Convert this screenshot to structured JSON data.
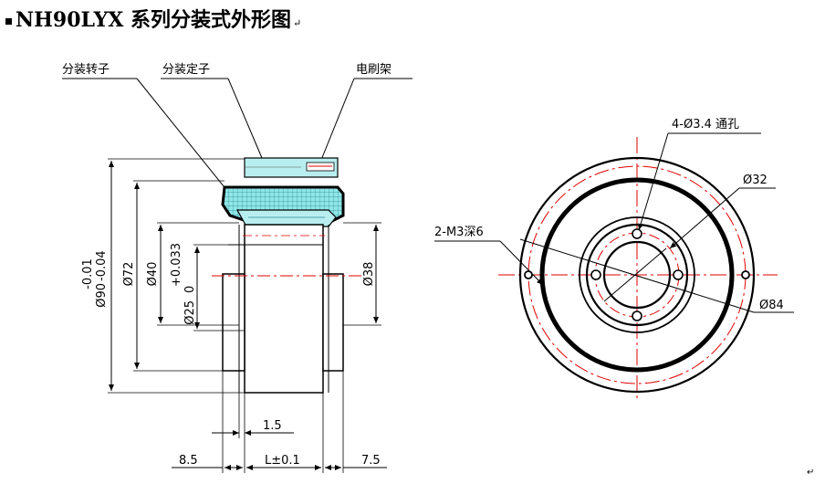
{
  "title": "NH90LYX 系列分装式外形图",
  "paragraph_mark": "↵",
  "side_view": {
    "labels": {
      "rotor": "分装转子",
      "stator": "分装定子",
      "brush_holder": "电刷架"
    },
    "dims": {
      "outer_dia": "Ø90",
      "outer_tol_upper": "-0.01",
      "outer_tol_lower": "-0.04",
      "dia_72": "Ø72",
      "dia_40": "Ø40",
      "bore_dia": "Ø25",
      "bore_tol_upper": "+0.033",
      "bore_tol_lower": "0",
      "dia_38": "Ø38",
      "len_1_5": "1.5",
      "len_8_5": "8.5",
      "len_L": "L±0.1",
      "len_7_5": "7.5"
    }
  },
  "front_view": {
    "labels": {
      "holes_4": "4-Ø3.4 通孔",
      "dia_32": "Ø32",
      "m3": "2-M3深6",
      "dia_84": "Ø84"
    }
  },
  "colors": {
    "line": "#000000",
    "centerline": "#e00000",
    "hatch_fill": "#8fe6e6",
    "hatch_grid": "#2a8a9a",
    "stator_fill": "#b9eef0"
  }
}
